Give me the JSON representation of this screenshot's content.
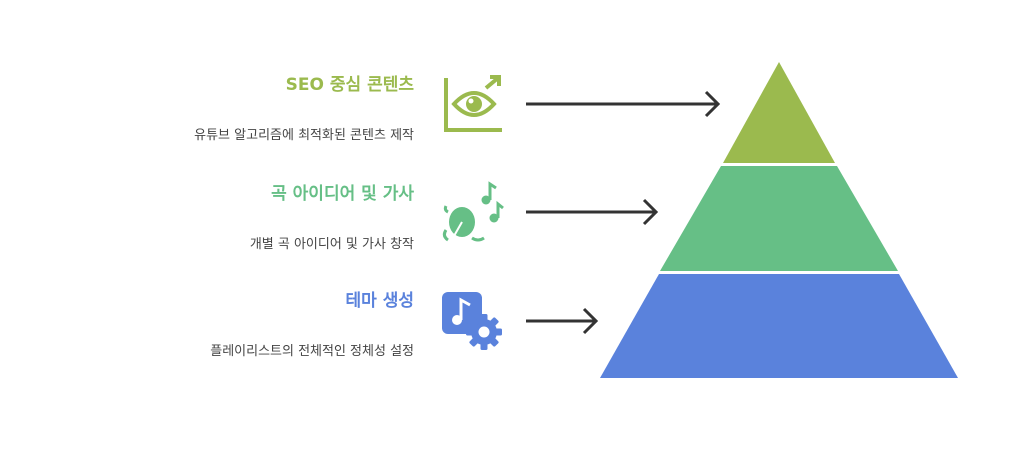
{
  "tiers": [
    {
      "title": "SEO 중심 콘텐츠",
      "description": "유튜브 알고리즘에 최적화된 콘텐츠 제작",
      "color": "#9bba4e",
      "icon": "eye-chart-icon"
    },
    {
      "title": "곡 아이디어 및 가사",
      "description": "개별 곡 아이디어 및 가사 창작",
      "color": "#66bf86",
      "icon": "music-notes-leaf-icon"
    },
    {
      "title": "테마 생성",
      "description": "플레이리스트의 전체적인 정체성 설정",
      "color": "#5a82dc",
      "icon": "music-file-gear-icon"
    }
  ],
  "arrow_color": "#333333"
}
